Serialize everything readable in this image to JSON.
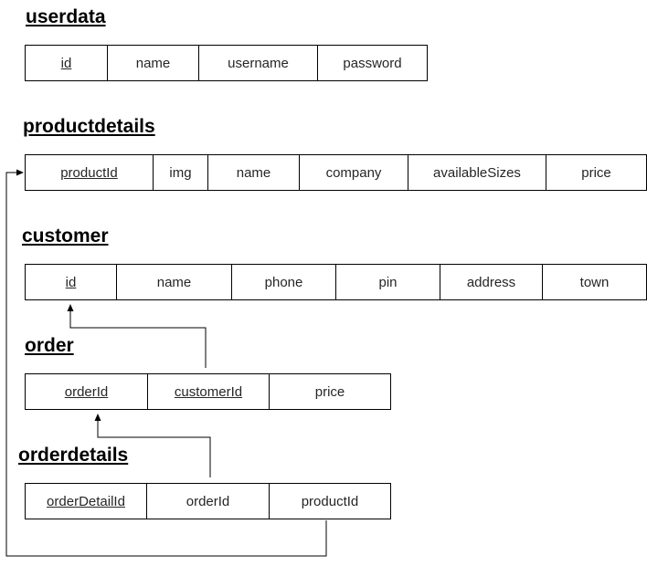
{
  "entities": {
    "userdata": {
      "title": "userdata",
      "fields": [
        "id",
        "name",
        "username",
        "password"
      ]
    },
    "productdetails": {
      "title": "productdetails",
      "fields": [
        "productId",
        "img",
        "name",
        "company",
        "availableSizes",
        "price"
      ]
    },
    "customer": {
      "title": "customer",
      "fields": [
        "id",
        "name",
        "phone",
        "pin",
        "address",
        "town"
      ]
    },
    "order": {
      "title": "order",
      "fields": [
        "orderId",
        "customerId",
        "price"
      ]
    },
    "orderdetails": {
      "title": "orderdetails",
      "fields": [
        "orderDetailId",
        "orderId",
        "productId"
      ]
    }
  }
}
